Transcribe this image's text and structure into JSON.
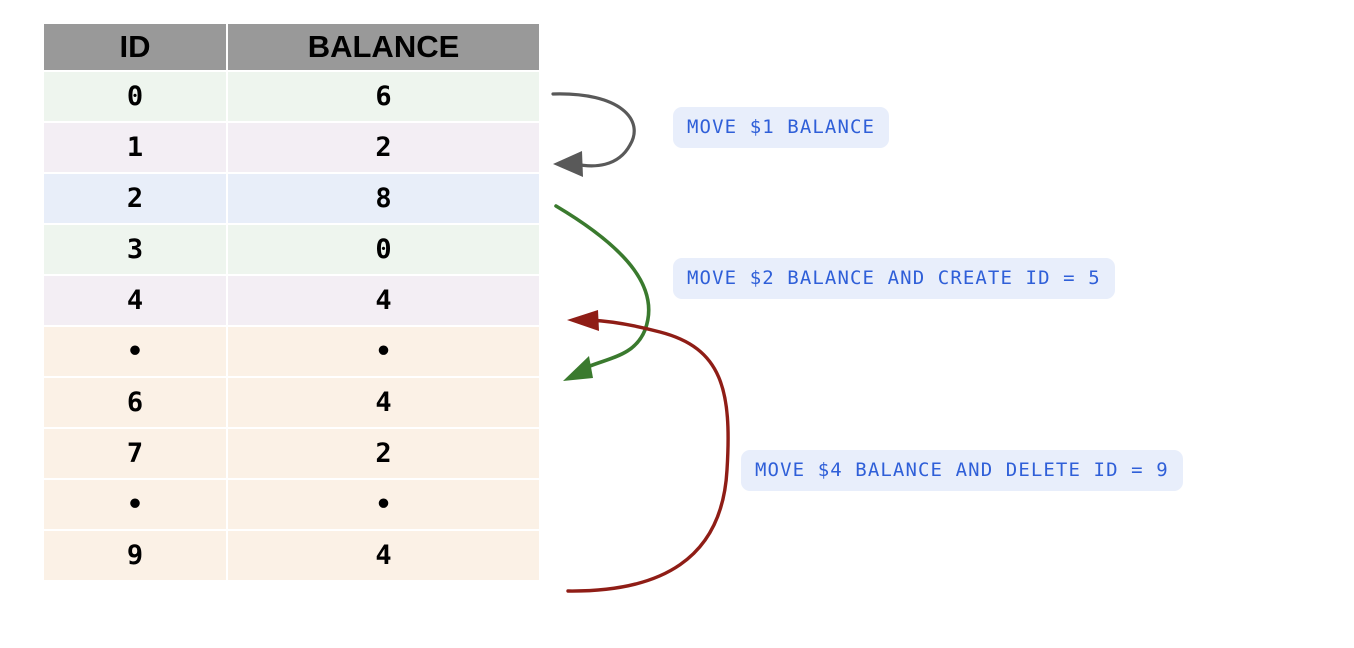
{
  "table": {
    "columns": [
      "ID",
      "BALANCE"
    ],
    "rows": [
      {
        "id": "0",
        "balance": "6",
        "tint": "green"
      },
      {
        "id": "1",
        "balance": "2",
        "tint": "pink"
      },
      {
        "id": "2",
        "balance": "8",
        "tint": "blue"
      },
      {
        "id": "3",
        "balance": "0",
        "tint": "green"
      },
      {
        "id": "4",
        "balance": "4",
        "tint": "pink"
      },
      {
        "id": "•",
        "balance": "•",
        "tint": "peach"
      },
      {
        "id": "6",
        "balance": "4",
        "tint": "peach"
      },
      {
        "id": "7",
        "balance": "2",
        "tint": "peach"
      },
      {
        "id": "•",
        "balance": "•",
        "tint": "peach"
      },
      {
        "id": "9",
        "balance": "4",
        "tint": "peach"
      }
    ]
  },
  "annotations": [
    {
      "label": "MOVE $1 BALANCE",
      "arrow_color": "#595959"
    },
    {
      "label": "MOVE $2 BALANCE AND CREATE ID = 5",
      "arrow_color": "#3a7a2e"
    },
    {
      "label": "MOVE $4 BALANCE AND DELETE ID = 9",
      "arrow_color": "#8f1d16"
    }
  ],
  "colors": {
    "header_bg": "#999999",
    "row_green": "#eef5ee",
    "row_pink": "#f3eef4",
    "row_blue": "#e8eef9",
    "row_peach": "#fbf1e6",
    "pill_bg": "#e8eefb",
    "pill_text": "#2f5fd8",
    "arrow_gray": "#595959",
    "arrow_green": "#3a7a2e",
    "arrow_red": "#8f1d16",
    "page_bg": "#ffffff"
  }
}
